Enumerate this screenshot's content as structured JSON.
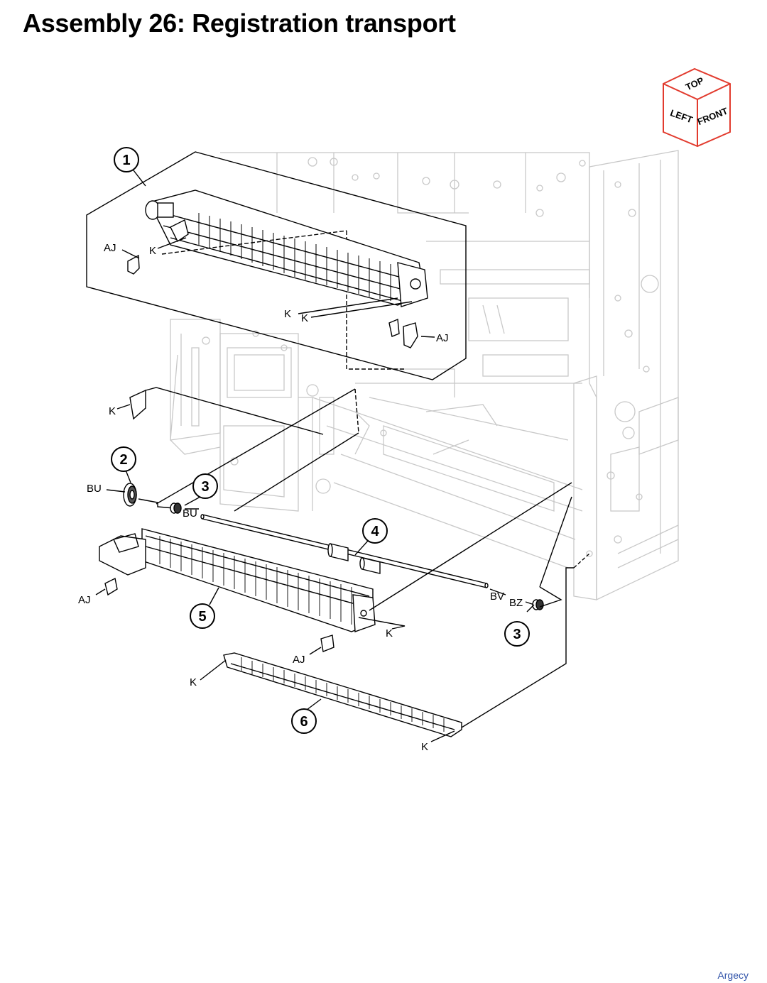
{
  "page": {
    "title": "Assembly 26: Registration transport",
    "footer": "Argecy"
  },
  "orientation_cube": {
    "top": "TOP",
    "left": "LEFT",
    "front": "FRONT",
    "color": "#e23b2e"
  },
  "callouts": {
    "c1": "1",
    "c2": "2",
    "c3a": "3",
    "c3b": "3",
    "c4": "4",
    "c5": "5",
    "c6": "6"
  },
  "letters": {
    "aj_1": "AJ",
    "k_1": "K",
    "k_2": "K",
    "k_3": "K",
    "aj_2": "AJ",
    "k_4": "K",
    "bu_1": "BU",
    "bu_2": "BU",
    "aj_3": "AJ",
    "bv": "BV",
    "bz": "BZ",
    "k_5": "K",
    "aj_4": "AJ",
    "k_6": "K",
    "k_7": "K"
  },
  "colors": {
    "frame": "#c8c8c8",
    "part": "#000000"
  }
}
